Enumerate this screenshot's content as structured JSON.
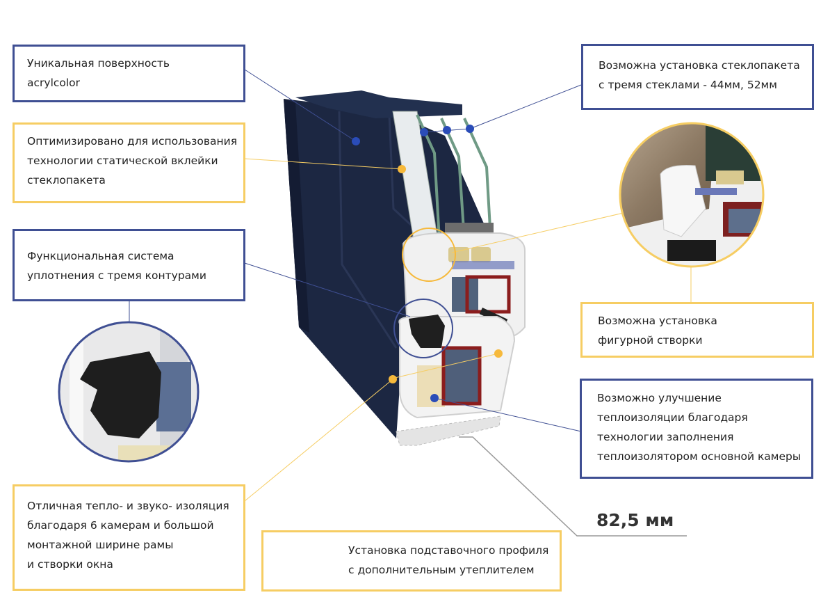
{
  "callouts": {
    "surface": [
      "Уникальная поверхность",
      "acrylcolor"
    ],
    "glass_gluing": [
      "Оптимизировано для использования",
      "технологии статической вклейки",
      "стеклопакета"
    ],
    "seal_system": [
      "Функциональная система",
      "уплотнения с тремя контурами"
    ],
    "insulation": [
      "Отличная тепло- и звуко- изоляция",
      "благодаря 6 камерам и большой",
      "монтажной ширине рамы",
      "и створки окна"
    ],
    "triple_glass": [
      "Возможна установка стеклопакета",
      "с тремя стеклами - 44мм, 52мм"
    ],
    "figured_sash": [
      "Возможна установка",
      "фигурной створки"
    ],
    "chamber_fill": [
      "Возможно улучшение",
      "теплоизоляции благодаря",
      "технологии заполнения",
      "теплоизолятором основной камеры"
    ],
    "base_profile": [
      "Установка подставочного профиля",
      "с дополнительным утеплителем"
    ]
  },
  "dimension": "82,5 мм",
  "colors": {
    "blue": "#3f4f93",
    "yellow": "#f6cd63",
    "frame": "#1c2742"
  }
}
